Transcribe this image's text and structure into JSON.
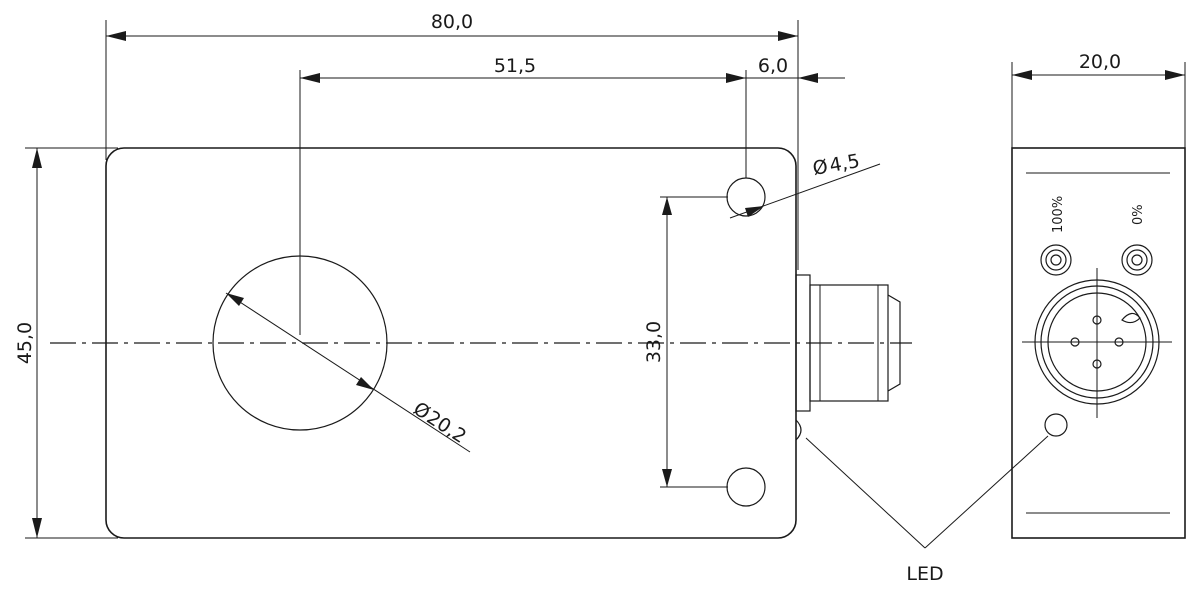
{
  "dimensions": {
    "overall_length": "80,0",
    "hole_spacing_x": "51,5",
    "offset_right": "6,0",
    "height": "45,0",
    "hole_spacing_y": "33,0",
    "small_hole_dia": "4,5",
    "large_hole_dia": "20,2",
    "width": "20,0",
    "diameter_symbol": "Ø"
  },
  "labels": {
    "led": "LED",
    "pot_100": "100%",
    "pot_0": "0%"
  }
}
